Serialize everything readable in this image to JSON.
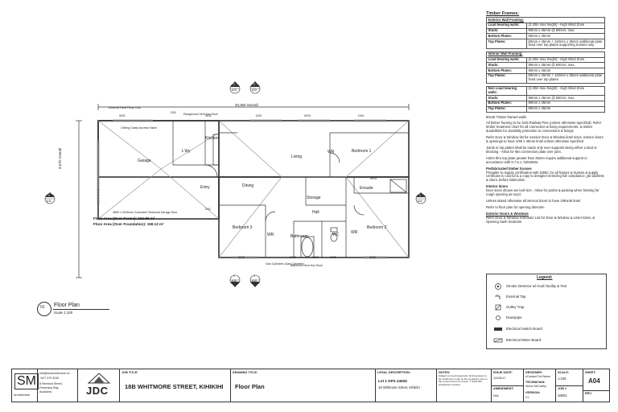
{
  "spec_panel": {
    "title": "Timber Frames:",
    "exterior": {
      "heading": "Exterior Wall Framing:",
      "rows": [
        {
          "k": "Load bearing walls:",
          "v": "(2.40m max height) - High Wind Zone"
        },
        {
          "k": "Studs:",
          "v": "90mm x 45mm @ 600crs. max"
        },
        {
          "k": "Bottom Plates:",
          "v": "90mm x 45mm"
        },
        {
          "k": "Top Plates:",
          "v": "90mm x 45mm + 140mm x 35mm additional plate fixed over top plates supporting trusses only"
        }
      ]
    },
    "interior": {
      "heading": "Interior Wall Framing:",
      "rows": [
        {
          "k": "Load bearing walls:",
          "v": "(2.40m max height) - High Wind Zone"
        },
        {
          "k": "Studs:",
          "v": "90mm x 45mm @ 600crs. max"
        },
        {
          "k": "Bottom Plates:",
          "v": "90mm x 45mm"
        },
        {
          "k": "Top Plates:",
          "v": "90mm x 45mm + 140mm x 35mm additional plate fixed over top plates"
        }
      ]
    },
    "nonload": {
      "rows": [
        {
          "k": "Non Load bearing walls:",
          "v": "(2.40m max height) - High Wind Zone"
        },
        {
          "k": "Studs:",
          "v": "90mm x 45mm @ 600crs. max"
        },
        {
          "k": "Bottom Plates:",
          "v": "90mm x 45mm"
        },
        {
          "k": "Top Plates:",
          "v": "90mm x 45mm"
        }
      ]
    },
    "notes": [
      "90x45 Timber framed walls",
      "All timber framing to be SG8 Radiata Pine (unless otherwise specified). Refer timber treatment chart for all connection & fixing requirements, & timber durabilities for durability protection to connections & fixings",
      "Refer Door & Window list for exterior Door & Window lintel sizes. Interior doors & openings to have 2/90 x 45mm lintel unless otherwise specified",
      "Joints in top plates shall be made only over supports being either a stud or blocking - Allow for 6kn connection plate over joint.",
      "Holes thru top plate greater than 25mm require additional support in accordance with 8.7.5.1. NZS3604."
    ],
    "prefab_heading": "Prefabricated timber trusses",
    "prefab_text": "Prenailer to supply certification with NZBC for all frames & trusses & supply certificate to council & a copy to designer itemizing full compliance, job address & client, before fabrication",
    "doors_heading": "Interior doors",
    "doors_text": "Door sizes shown are leaf size - Allow for jambs & packing when framing for rough opening as req'd.",
    "doors_text2": "Unless stated otherwise all internal doors to have 2/90x45 lintel",
    "doors_text3": "Refer to floor plan for opening direction",
    "ext_heading": "Exterior Doors & Windows",
    "ext_text": "Refer Door & Window schedule/ List for Door & Window & Lintel Sizes, & Opening Sash locations"
  },
  "legend": {
    "title": "Legend:",
    "items": [
      {
        "icon": "smoke-detector-icon",
        "label": "Smoke Detector w/ Hush facility & Test"
      },
      {
        "icon": "external-tap-icon",
        "label": "External Tap"
      },
      {
        "icon": "gulley-trap-icon",
        "label": "Gulley Trap"
      },
      {
        "icon": "downpipe-icon",
        "label": "Downpipe"
      },
      {
        "icon": "electrical-switch-board-icon",
        "label": "Electrical Switch Board"
      },
      {
        "icon": "electrical-meter-board-icon",
        "label": "Electrical Meter Board"
      }
    ]
  },
  "plan": {
    "overall_dim": "20,360 Overall",
    "overall_dim_side": "9,570 Overall",
    "rooms": [
      "Garage",
      "L'dry",
      "Kitchen",
      "Entry",
      "Living",
      "Dining",
      "WR",
      "Bedroom 1",
      "Ensuite",
      "Hall",
      "Storage",
      "Bedroom 3",
      "Bathroom",
      "WR",
      "WC",
      "WR",
      "Bedroom 2"
    ],
    "area_frame": "Floor Area (Over Frame): 151.86 m²",
    "area_found": "Floor Area (Over Foundation): 159.12 m²",
    "garage_door_note": "4800 x 2200mm Colorsteel Sectional Garage Door",
    "ext_heat_pump": "External Heat Pump Unit",
    "rangehood_note": "Rangehood Vent thru Roof",
    "ceiling_note": "Ceiling Cavity Access Hatch",
    "gas_cylinders": "Gas Cylinders (Gas Cassette)",
    "bathroom_vent": "Bathroom Vent thru Roof",
    "section_markers": [
      {
        "num": "2",
        "sheet": "A10"
      },
      {
        "num": "2",
        "sheet": "A10"
      },
      {
        "num": "1",
        "sheet": "A11"
      },
      {
        "num": "1",
        "sheet": "A11"
      },
      {
        "num": "1",
        "sheet": "A10"
      },
      {
        "num": "1",
        "sheet": "A10"
      }
    ],
    "windows": [
      "W01",
      "W02",
      "D02",
      "D03",
      "W03",
      "D04",
      "D01",
      "W04",
      "W05",
      "W06",
      "W07",
      "W08",
      "W09"
    ],
    "view_number": "01",
    "view_title": "Floor Plan",
    "view_scale": "Scale 1:100"
  },
  "titleblock": {
    "logo_sm": "SM",
    "logo_sub": "Architecture",
    "contact": [
      "info@smarchitecture.nz",
      "+027 379 4240",
      "8 Hereford Street,",
      "Freemans Bay,",
      "Auckland"
    ],
    "jdc": "JDC",
    "job_title_label": "JOB TITLE:",
    "job_title": "18B WHITMORE STREET, KIHIKIHI",
    "drawing_title_label": "DRAWING TITLE:",
    "drawing_title": "Floor Plan",
    "legal_label": "LEGAL DESCRIPTION:",
    "legal_1": "Lot 1 DPS 24935",
    "legal_2": "18 Whitmore Street, Kihikihi",
    "notes_label": "NOTES:",
    "notes_text": "Subject to council approval. All dimensions to be confirmed on site by the contractor prior to the commencement of work. © 2018 SM Architecture Limited",
    "issue_date_label": "ISSUE DATE:",
    "issue_date": "12/05/17",
    "amendment_label": "AMENDMENT:",
    "amendment": "N/A",
    "designer_label": "DESIGNER:",
    "designer": "#Contact Full Name",
    "technician_label": "TECHNICIAN:",
    "technician": "Simon McCarthy",
    "version_label": "VERSION:",
    "version": "V1",
    "scale_label": "SCALE:",
    "scale": "1:100",
    "job_label": "JOB #",
    "job": "28001",
    "sheet_label": "SHEET:",
    "sheet": "A04",
    "rev_label": "REV:",
    "rev": ""
  }
}
